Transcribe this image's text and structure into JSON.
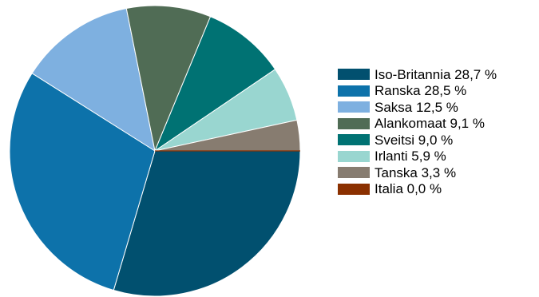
{
  "chart_data": {
    "type": "pie",
    "title": "",
    "legend_position": "right",
    "slices": [
      {
        "label": "Iso-Britannia 28,7 %",
        "name": "Iso-Britannia",
        "value": 28.7,
        "color": "#01506f"
      },
      {
        "label": "Ranska 28,5 %",
        "name": "Ranska",
        "value": 28.5,
        "color": "#0d72aa"
      },
      {
        "label": "Saksa 12,5 %",
        "name": "Saksa",
        "value": 12.5,
        "color": "#7eb0e0"
      },
      {
        "label": "Alankomaat 9,1 %",
        "name": "Alankomaat",
        "value": 9.1,
        "color": "#506c55"
      },
      {
        "label": "Sveitsi 9,0 %",
        "name": "Sveitsi",
        "value": 9.0,
        "color": "#007273"
      },
      {
        "label": "Irlanti 5,9 %",
        "name": "Irlanti",
        "value": 5.9,
        "color": "#99d6d0"
      },
      {
        "label": "Tanska 3,3 %",
        "name": "Tanska",
        "value": 3.3,
        "color": "#877c70"
      },
      {
        "label": "Italia 0,0 %",
        "name": "Italia",
        "value": 0.0,
        "color": "#8b3000"
      }
    ]
  }
}
